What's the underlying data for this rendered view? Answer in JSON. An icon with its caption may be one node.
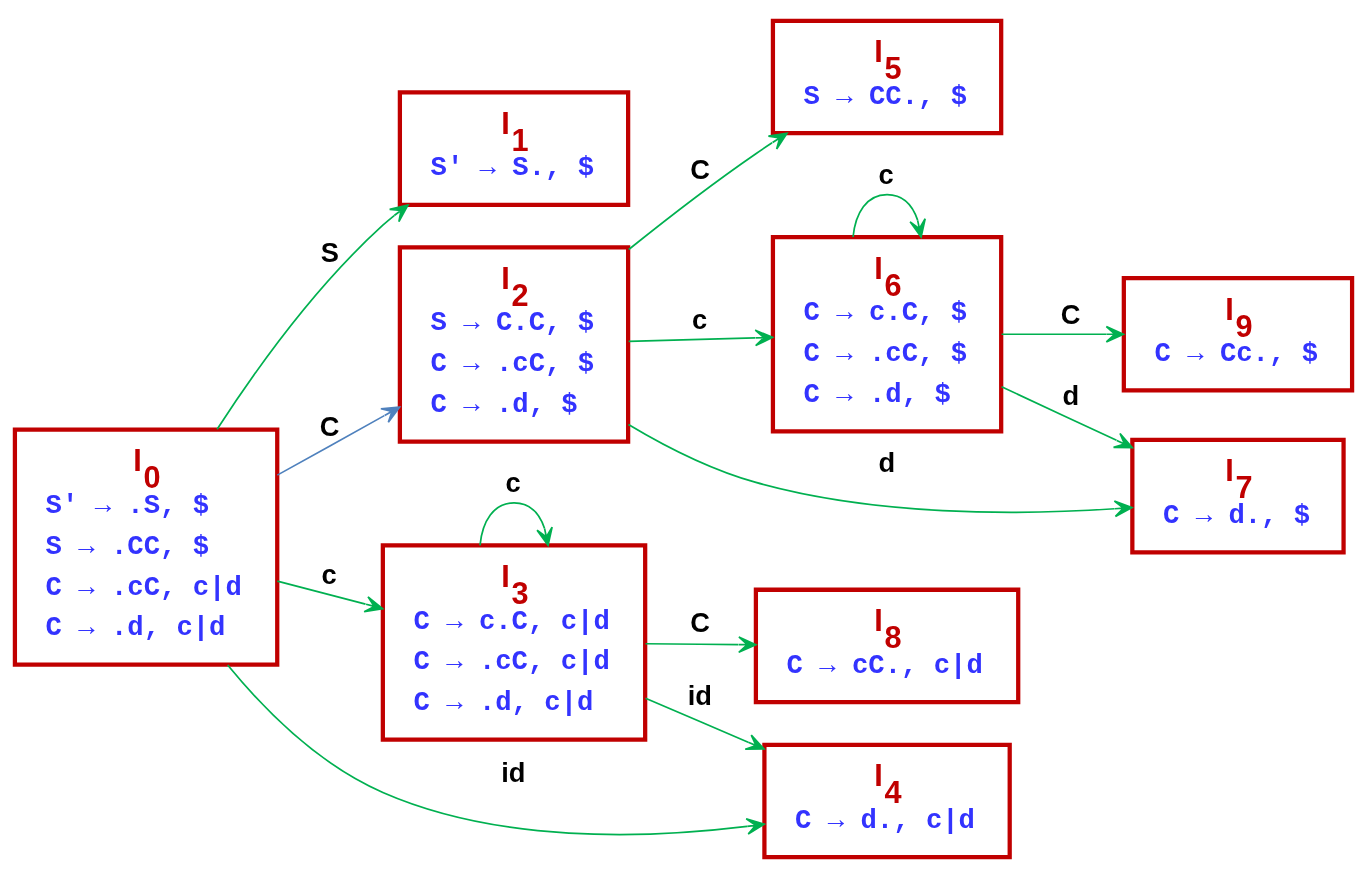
{
  "diagram": {
    "nodes": [
      {
        "text": [
          "I$_{0}$",
          "S′ → .S, $",
          "S → .CC, $",
          "C → .cC, c|d",
          "C → .d, c|d"
        ]
      },
      {
        "text": [
          "I$_{1}$",
          "S′ → S., $"
        ]
      },
      {
        "text": [
          "I$_{2}$",
          "S → C.C, $",
          "C → .cC, $",
          "C → .d, $"
        ]
      },
      {
        "text": [
          "I$_{3}$",
          "C → c.C, c|d",
          "C → .cC, c|d",
          "C → .d, c|d"
        ]
      },
      {
        "text": [
          "I$_{4}$",
          "C → d., c|d"
        ]
      },
      {
        "text": [
          "I$_{5}$",
          "S → CC., $"
        ]
      },
      {
        "text": [
          "I$_{6}$",
          "C → c.C, $",
          "C → .cC, $",
          "C → .d, $"
        ]
      },
      {
        "text": [
          "I$_{7}$",
          "C → d., $"
        ]
      },
      {
        "text": [
          "I$_{8}$",
          "C → cC., c|d"
        ]
      },
      {
        "text": [
          "I$_{9}$",
          "C → Cc., $"
        ]
      }
    ],
    "edges": [
      {
        "from": 0,
        "to": 1,
        "arrow": "to",
        "label": "S"
      },
      {
        "from": 0,
        "to": 2,
        "arrow": "to",
        "label": "C",
        "color": "#4f81bd"
      },
      {
        "from": 0,
        "to": 3,
        "arrow": "to",
        "label": "c"
      },
      {
        "from": 0,
        "to": 4,
        "arrow": "to",
        "label": "id"
      },
      {
        "from": 2,
        "to": 5,
        "arrow": "to",
        "label": "C"
      },
      {
        "from": 2,
        "to": 6,
        "arrow": "to",
        "label": "c"
      },
      {
        "from": 2,
        "to": 7,
        "arrow": "to",
        "label": "d"
      },
      {
        "from": 6,
        "to": 9,
        "arrow": "to",
        "label": "C"
      },
      {
        "from": 6,
        "to": 6,
        "arrow": "to",
        "label": "c"
      },
      {
        "from": 6,
        "to": 7,
        "arrow": "to",
        "label": "d"
      },
      {
        "from": 3,
        "to": 3,
        "arrow": "to",
        "label": "c"
      },
      {
        "from": 3,
        "to": 8,
        "arrow": "to",
        "label": "C"
      },
      {
        "from": 3,
        "to": 4,
        "arrow": "to",
        "label": "id"
      }
    ]
  }
}
